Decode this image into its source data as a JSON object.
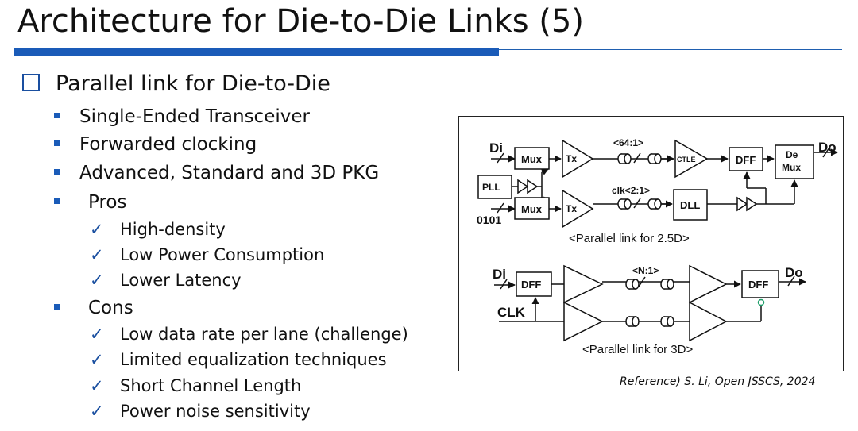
{
  "slide": {
    "title": "Architecture for Die-to-Die Links (5)",
    "heading": "Parallel link for Die-to-Die",
    "bullets": [
      "Single-Ended Transceiver",
      "Forwarded clocking",
      "Advanced, Standard and 3D PKG"
    ],
    "pros": {
      "label": "Pros",
      "items": [
        "High-density",
        "Low Power Consumption",
        "Lower Latency"
      ]
    },
    "cons": {
      "label": "Cons",
      "items": [
        "Low data rate per lane (challenge)",
        "Limited equalization techniques",
        "Short Channel Length",
        "Power noise sensitivity"
      ]
    },
    "reference": "Reference) S. Li, Open JSSCS, 2024"
  },
  "figure": {
    "top": {
      "caption": "<Parallel link for 2.5D>",
      "labels": {
        "di": "Di",
        "do": "Do",
        "mux1": "Mux",
        "mux2": "Mux",
        "tx1": "Tx",
        "tx2": "Tx",
        "ser": "<64:1>",
        "clk": "clk<2:1>",
        "ctle": "CTLE",
        "dff": "DFF",
        "demux1": "De",
        "demux2": "Mux",
        "pll": "PLL",
        "pattern": "0101",
        "dll": "DLL"
      }
    },
    "bottom": {
      "caption": "<Parallel link for 3D>",
      "labels": {
        "di": "Di",
        "do": "Do",
        "dff1": "DFF",
        "dff2": "DFF",
        "ratio": "<N:1>",
        "clk": "CLK"
      }
    }
  },
  "colors": {
    "accent": "#1a5bb8",
    "text": "#111111"
  }
}
